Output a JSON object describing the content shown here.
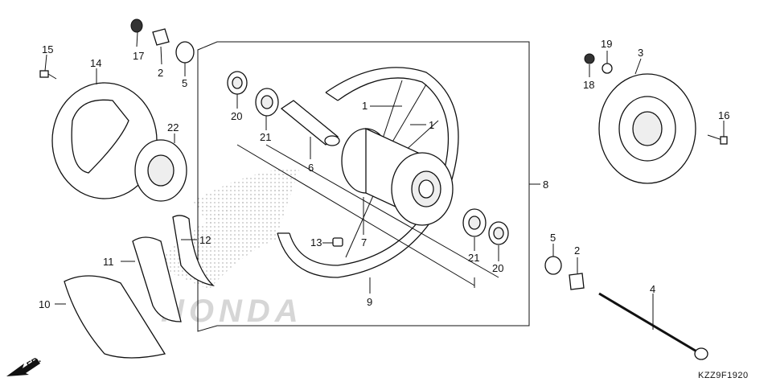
{
  "diagram": {
    "callouts": {
      "p1a": "1",
      "p1b": "1",
      "p2a": "2",
      "p2b": "2",
      "p3": "3",
      "p4": "4",
      "p5a": "5",
      "p5b": "5",
      "p6": "6",
      "p7": "7",
      "p8": "8",
      "p9": "9",
      "p10": "10",
      "p11": "11",
      "p12": "12",
      "p13": "13",
      "p14": "14",
      "p15": "15",
      "p16": "16",
      "p17": "17",
      "p18": "18",
      "p19": "19",
      "p20a": "20",
      "p20b": "20",
      "p21a": "21",
      "p21b": "21",
      "p22": "22"
    },
    "direction_label": "FR.",
    "watermark": "HONDA",
    "diagram_code": "KZZ9F1920"
  }
}
